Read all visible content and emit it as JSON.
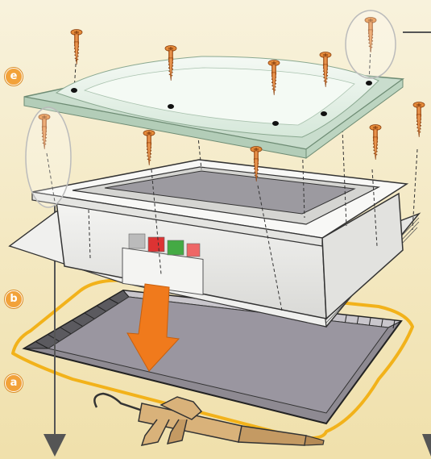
{
  "steps": {
    "e": "e",
    "b": "b",
    "a": "a"
  },
  "colors": {
    "background_top": "#f8f1d8",
    "background_bottom": "#efdfa8",
    "badge": "#f2a23a",
    "arrow": "#f07a1c",
    "screw": "#d7772b",
    "sealant_outline": "#f2b21a",
    "roof_membrane": "#8e8a92"
  },
  "icons": [
    "screw-icon",
    "down-arrow-icon",
    "caulking-gun-icon"
  ]
}
